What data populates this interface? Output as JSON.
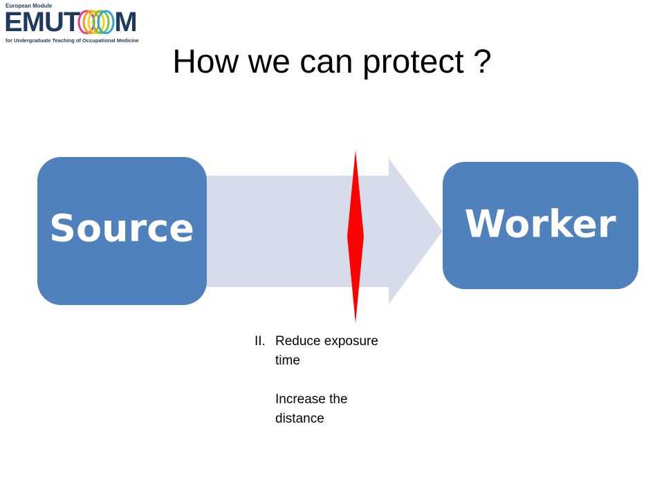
{
  "logo": {
    "top_text": "European Module",
    "word_start": "EMUT",
    "word_end": "M",
    "bottom_text": "for Undergraduate Teaching of Occupational Medicine"
  },
  "title": "How we can protect ?",
  "diagram": {
    "source_label": "Source",
    "worker_label": "Worker",
    "colors": {
      "box": "#4f81bd",
      "arrow": "#d6dcea",
      "barrier": "#ff0000"
    }
  },
  "notes": {
    "number": "II.",
    "line1": "Reduce exposure time",
    "line2": "Increase the distance"
  }
}
